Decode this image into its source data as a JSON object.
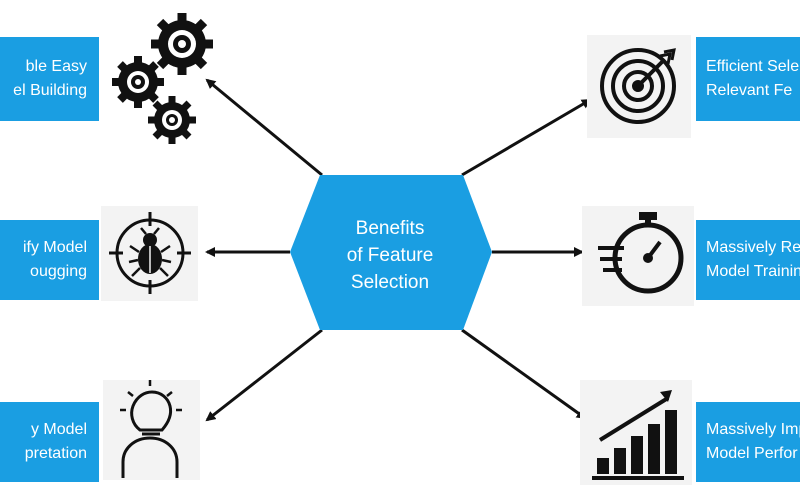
{
  "center": {
    "line1": "Benefits",
    "line2": "of Feature",
    "line3": "Selection"
  },
  "benefits": {
    "top_left": {
      "line1": "ble Easy",
      "line2": "el Building",
      "icon": "gears-icon"
    },
    "mid_left": {
      "line1": "ify Model",
      "line2": "ougging",
      "icon": "bug-target-icon"
    },
    "bottom_left": {
      "line1": "y Model",
      "line2": "pretation",
      "icon": "lightbulb-head-icon"
    },
    "top_right": {
      "line1": "Efficient Sele",
      "line2": "Relevant Fe",
      "icon": "target-arrow-icon"
    },
    "mid_right": {
      "line1": "Massively Re",
      "line2": "Model Trainin",
      "icon": "stopwatch-icon"
    },
    "bottom_right": {
      "line1": "Massively Impr",
      "line2": "Model Perfor",
      "icon": "growth-chart-icon"
    }
  },
  "colors": {
    "accent": "#1a9ee2",
    "icon": "#111111",
    "arrow": "#111111"
  }
}
